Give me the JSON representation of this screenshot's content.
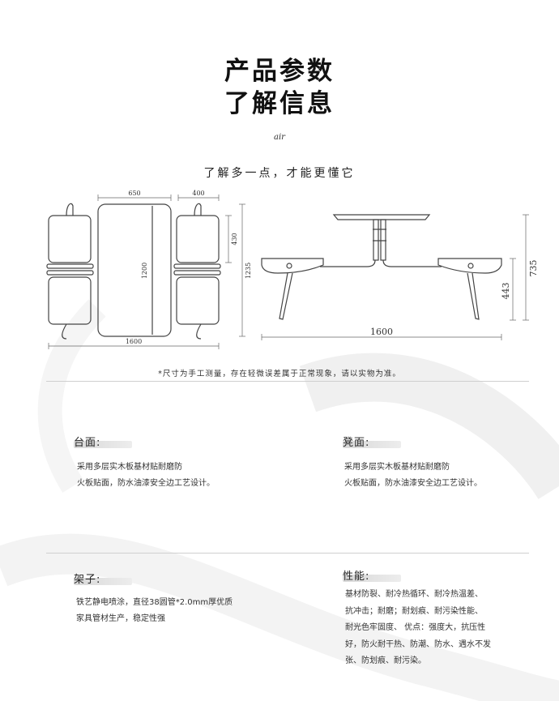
{
  "header": {
    "title_line1": "产品参数",
    "title_line2": "了解信息",
    "subtitle_en": "air",
    "tagline": "了解多一点，才能更懂它"
  },
  "drawing": {
    "top_view": {
      "table_width": "650",
      "seat_width": "400",
      "table_length": "1200",
      "seat_depth": "430",
      "overall_width": "1235",
      "overall_length": "1600"
    },
    "side_view": {
      "overall_length": "1600",
      "seat_height": "443",
      "table_height": "735"
    }
  },
  "note": "*尺寸为手工测量，存在轻微误差属于正常现象，请以实物为准。",
  "sections": {
    "tabletop": {
      "title": "台面:",
      "lines": [
        "采用多层实木板基材贴耐磨防",
        "火板贴面，防水油漆安全边工艺设计。"
      ]
    },
    "stool": {
      "title": "凳面:",
      "lines": [
        "采用多层实木板基材贴耐磨防",
        "火板贴面，防水油漆安全边工艺设计。"
      ]
    },
    "frame": {
      "title": "架子:",
      "lines": [
        "铁艺静电喷涂，直径38圆管*2.0mm厚优质",
        "家具管材生产，稳定性强"
      ]
    },
    "performance": {
      "title": "性能:",
      "lines": [
        "基材防裂、耐冷热循环、耐冷热温差、",
        "抗冲击；耐磨；耐划痕、耐污染性能、",
        "耐光色牢固度、 优点：强度大，抗压性",
        "好，防火耐干热、防潮、防水、遇水不发",
        "张、防划痕、耐污染。"
      ]
    }
  },
  "colors": {
    "background": "#ffffff",
    "text": "#222222",
    "line": "#444444",
    "divider": "#cfcfcf"
  }
}
